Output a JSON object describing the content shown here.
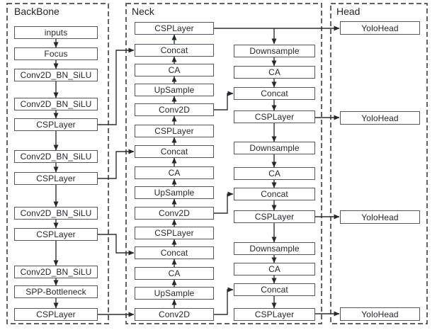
{
  "figure": {
    "sections": {
      "backbone": {
        "label": "BackBone",
        "nodes": [
          "inputs",
          "Focus",
          "Conv2D_BN_SiLU",
          "Conv2D_BN_SiLU",
          "CSPLayer",
          "Conv2D_BN_SiLU",
          "CSPLayer",
          "Conv2D_BN_SiLU",
          "CSPLayer",
          "Conv2D_BN_SiLU",
          "SPP-Bottleneck",
          "CSPLayer"
        ]
      },
      "neck": {
        "label": "Neck",
        "upsample_path": [
          "CSPLayer",
          "Concat",
          "CA",
          "UpSample",
          "Conv2D",
          "CSPLayer",
          "Concat",
          "CA",
          "UpSample",
          "Conv2D",
          "CSPLayer",
          "Concat",
          "CA",
          "UpSample",
          "Conv2D"
        ],
        "downsample_path": [
          "Downsample",
          "CA",
          "Concat",
          "CSPLayer",
          "Downsample",
          "CA",
          "Concat",
          "CSPLayer",
          "Downsample",
          "CA",
          "Concat",
          "CSPLayer"
        ]
      },
      "head": {
        "label": "Head",
        "nodes": [
          "YoloHead",
          "YoloHead",
          "YoloHead",
          "YoloHead"
        ]
      }
    },
    "colors": {
      "background": "#ffffff",
      "box_border": "#53565c",
      "container_dash_border": "#47494d",
      "arrow": "#2d2f31",
      "text": "#26282b"
    },
    "connections_summary": [
      "backbone: sequential downward arrows through all 12 nodes",
      "neck left column flows upward: Conv2D -> UpSample -> CA -> Concat -> CSPLayer (x3)",
      "neck right column flows downward: Downsample -> CA -> Concat -> CSPLayer (x3)",
      "backbone CSPLayer outputs route right into neck Concat nodes; last CSPLayer feeds bottom Conv2D",
      "each neck Conv2D also routes right+up into a right-column Concat",
      "top CSPLayer and the three right-column CSPLayers feed the four YoloHead nodes; top line branches down into first Downsample"
    ]
  }
}
